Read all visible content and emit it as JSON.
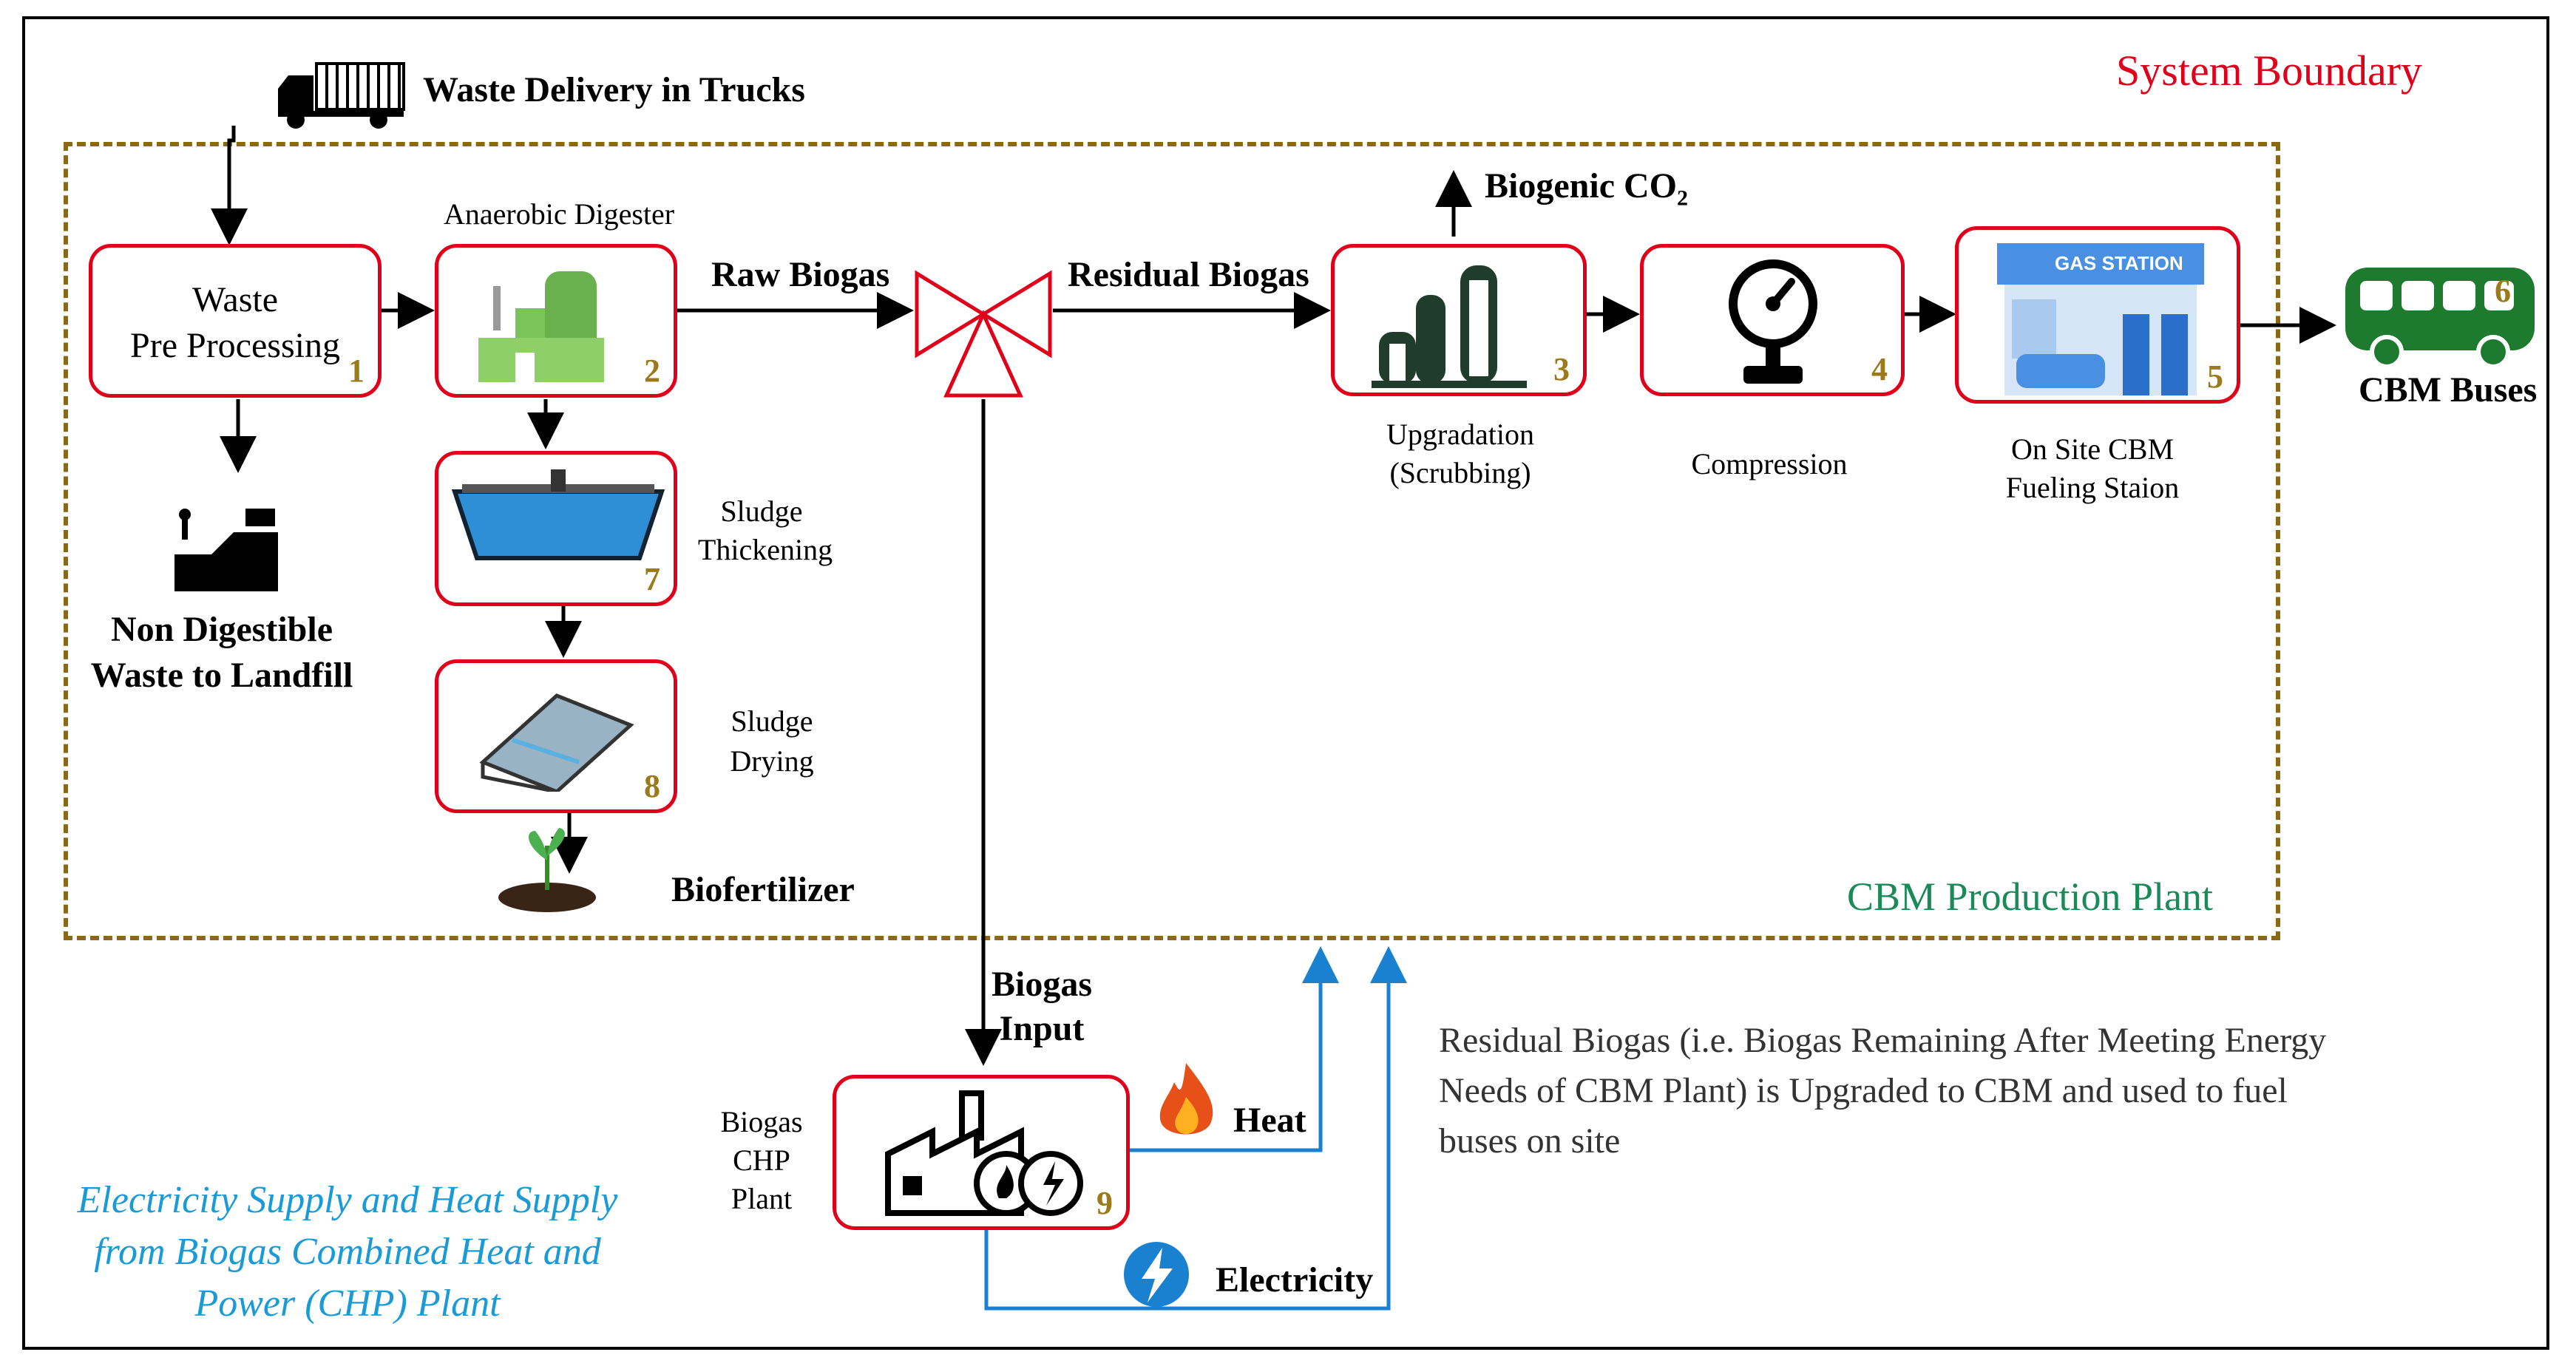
{
  "system_boundary": "System Boundary",
  "plant_label": "CBM Production Plant",
  "truck_label": "Waste Delivery in Trucks",
  "biogenic_co2": {
    "text": "Biogenic CO",
    "sub": "2"
  },
  "raw_biogas": "Raw Biogas",
  "residual_biogas": "Residual Biogas",
  "biogas_input": [
    "Biogas",
    "Input"
  ],
  "heat": "Heat",
  "electricity": "Electricity",
  "biofertilizer": "Biofertilizer",
  "landfill": [
    "Non Digestible",
    "Waste to Landfill"
  ],
  "cbm_buses": "CBM Buses",
  "gas_station_sign": "GAS STATION",
  "note": [
    "Residual Biogas (i.e. Biogas Remaining After Meeting Energy",
    "Needs of CBM Plant) is Upgraded to CBM  and used to fuel",
    "buses on site"
  ],
  "chp_note": [
    "Electricity Supply  and Heat Supply",
    "from Biogas Combined Heat and",
    "Power (CHP) Plant"
  ],
  "nodes": {
    "preprocessing": {
      "lines": [
        "Waste",
        "Pre Processing"
      ],
      "num": "1"
    },
    "digester": {
      "caption": "Anaerobic Digester",
      "num": "2"
    },
    "upgradation": {
      "caption": [
        "Upgradation",
        "(Scrubbing)"
      ],
      "num": "3"
    },
    "compression": {
      "caption": "Compression",
      "num": "4"
    },
    "fueling": {
      "caption": [
        "On Site CBM",
        "Fueling Staion"
      ],
      "num": "5"
    },
    "buses": {
      "num": "6"
    },
    "thickening": {
      "caption": [
        "Sludge",
        "Thickening"
      ],
      "num": "7"
    },
    "drying": {
      "caption": [
        "Sludge",
        "Drying"
      ],
      "num": "8"
    },
    "chp": {
      "caption": [
        "Biogas",
        "CHP",
        "Plant"
      ],
      "num": "9"
    }
  },
  "colors": {
    "box_border": "#e0001a",
    "boundary": "#8b6914",
    "system_label": "#e0001a",
    "plant_label": "#1a8a5a",
    "chp_note": "#1a9ad6",
    "flow_blue": "#1a80d0",
    "green_icon": "#6ab04c",
    "bus_green": "#1e7a2e"
  }
}
